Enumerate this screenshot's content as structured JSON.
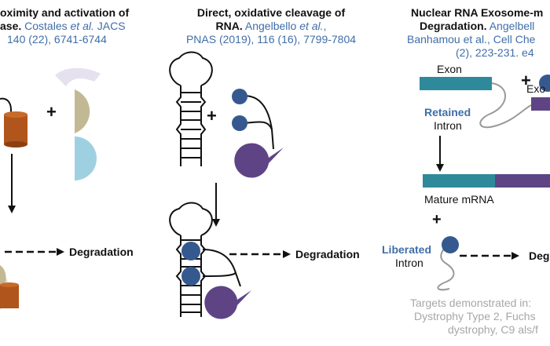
{
  "colors": {
    "link_blue": "#3f6ea8",
    "teal": "#2e8a9a",
    "purple": "#5e4485",
    "navy": "#35598f",
    "orange": "#b0551c",
    "tan": "#c2b994",
    "lightblue": "#9fd0e2",
    "gray_text": "#a7a7a7"
  },
  "panel1": {
    "heading_line1": "oximity and activation of",
    "heading_line2_bold": "ase.",
    "heading_line2_cite": " Costales ",
    "heading_line2_etal": "et al.",
    "heading_line2_journal": " JACS",
    "heading_line3": "140 (22), 6741-6744",
    "plus": "+",
    "degradation": "Degradation"
  },
  "panel2": {
    "heading_line1": "Direct, oxidative cleavage of",
    "heading_line2_bold": "RNA.",
    "heading_line2_cite": " Angelbello ",
    "heading_line2_etal": "et al.",
    "heading_line2_end": ",",
    "heading_line3": "PNAS (2019), 116 (16), 7799-7804",
    "plus": "+",
    "degradation": "Degradation"
  },
  "panel3": {
    "heading_line1": "Nuclear RNA Exosome-m",
    "heading_line2_bold": "Degradation.",
    "heading_line2_cite": " Angelbell",
    "heading_line3": "Banhamou et al., Cell Che",
    "heading_line4": "(2), 223-231. e4",
    "exon_left": "Exon",
    "exon_right": "Exo",
    "plus_top": "+",
    "retained": "Retained",
    "intron": "Intron",
    "mature_mrna": "Mature mRNA",
    "plus_bottom": "+",
    "liberated": "Liberated",
    "intron2": "Intron",
    "degradation_partial": "Deg",
    "targets_line1": "Targets demonstrated in:",
    "targets_line2": "Dystrophy Type 2, Fuchs",
    "targets_line3": "dystrophy, C9 als/f"
  }
}
